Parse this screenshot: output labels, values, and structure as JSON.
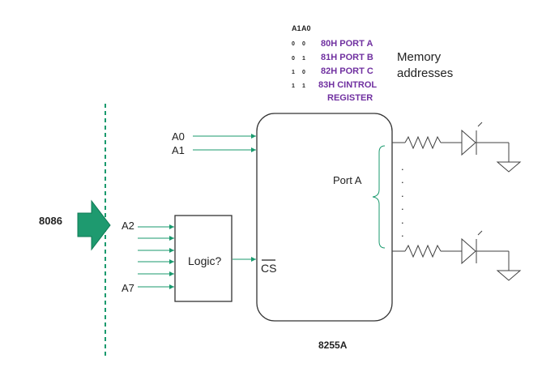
{
  "address_table": {
    "header_a1": "A1",
    "header_a0": "A0",
    "rows": [
      {
        "a1": "0",
        "a0": "0",
        "label": "80H PORT A"
      },
      {
        "a1": "0",
        "a0": "1",
        "label": "81H PORT B"
      },
      {
        "a1": "1",
        "a0": "0",
        "label": "82H PORT C"
      },
      {
        "a1": "1",
        "a0": "1",
        "label": "83H CINTROL"
      }
    ],
    "last_line": "REGISTER"
  },
  "memory_label": {
    "line1": "Memory",
    "line2": "addresses"
  },
  "cpu_label": "8086",
  "input_labels": {
    "a0": "A0",
    "a1": "A1",
    "a2": "A2",
    "a7": "A7"
  },
  "logic_label": "Logic?",
  "cs_label": "CS",
  "port_label": "Port A",
  "dots": [
    ".",
    ".",
    ".",
    ".",
    ".",
    "."
  ],
  "chip_label": "8255A",
  "colors": {
    "green": "#1A9A6E",
    "arrow_fill": "#1E9A6F",
    "purple": "#7030A0",
    "line": "#404040"
  }
}
